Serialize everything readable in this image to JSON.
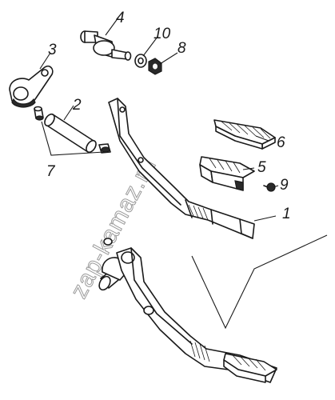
{
  "watermark": "zap-kamaz.ru",
  "callouts": [
    {
      "id": "1",
      "label": "1"
    },
    {
      "id": "2",
      "label": "2"
    },
    {
      "id": "3",
      "label": "3"
    },
    {
      "id": "4",
      "label": "4"
    },
    {
      "id": "5",
      "label": "5"
    },
    {
      "id": "6",
      "label": "6"
    },
    {
      "id": "7",
      "label": "7"
    },
    {
      "id": "8",
      "label": "8"
    },
    {
      "id": "9",
      "label": "9"
    },
    {
      "id": "10",
      "label": "10"
    }
  ]
}
